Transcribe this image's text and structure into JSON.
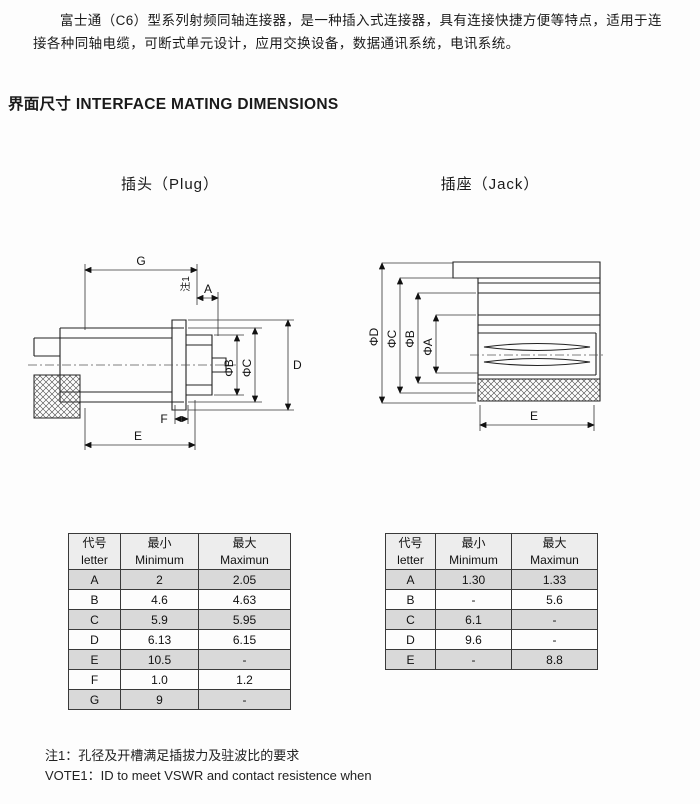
{
  "intro": "富士通（C6）型系列射频同轴连接器，是一种插入式连接器，具有连接快捷方便等特点，适用于连接各种同轴电缆，可断式单元设计，应用交换设备，数据通讯系统，电讯系统。",
  "section": {
    "title_cn": "界面尺寸",
    "title_en": "INTERFACE MATING DIMENSIONS"
  },
  "plug": {
    "label": "插头（Plug）",
    "dims": {
      "g": "G",
      "note1": "注1",
      "a": "A",
      "phib": "ΦB",
      "phic": "ΦC",
      "d": "D",
      "f": "F",
      "e": "E"
    },
    "table": {
      "headers": [
        {
          "cn": "代号",
          "en": "letter"
        },
        {
          "cn": "最小",
          "en": "Minimum"
        },
        {
          "cn": "最大",
          "en": "Maximun"
        }
      ],
      "rows": [
        {
          "letter": "A",
          "min": "2",
          "max": "2.05"
        },
        {
          "letter": "B",
          "min": "4.6",
          "max": "4.63"
        },
        {
          "letter": "C",
          "min": "5.9",
          "max": "5.95"
        },
        {
          "letter": "D",
          "min": "6.13",
          "max": "6.15"
        },
        {
          "letter": "E",
          "min": "10.5",
          "max": "-"
        },
        {
          "letter": "F",
          "min": "1.0",
          "max": "1.2"
        },
        {
          "letter": "G",
          "min": "9",
          "max": "-"
        }
      ]
    }
  },
  "jack": {
    "label": "插座（Jack）",
    "dims": {
      "phid": "ΦD",
      "phic": "ΦC",
      "phib": "ΦB",
      "phia": "ΦA",
      "e": "E"
    },
    "table": {
      "headers": [
        {
          "cn": "代号",
          "en": "letter"
        },
        {
          "cn": "最小",
          "en": "Minimum"
        },
        {
          "cn": "最大",
          "en": "Maximun"
        }
      ],
      "rows": [
        {
          "letter": "A",
          "min": "1.30",
          "max": "1.33"
        },
        {
          "letter": "B",
          "min": "-",
          "max": "5.6"
        },
        {
          "letter": "C",
          "min": "6.1",
          "max": "-"
        },
        {
          "letter": "D",
          "min": "9.6",
          "max": "-"
        },
        {
          "letter": "E",
          "min": "-",
          "max": "8.8"
        }
      ]
    }
  },
  "notes": {
    "note1_cn": "注1：孔径及开槽满足插拔力及驻波比的要求",
    "note1_en": "VOTE1：ID to meet VSWR and contact resistence when"
  }
}
